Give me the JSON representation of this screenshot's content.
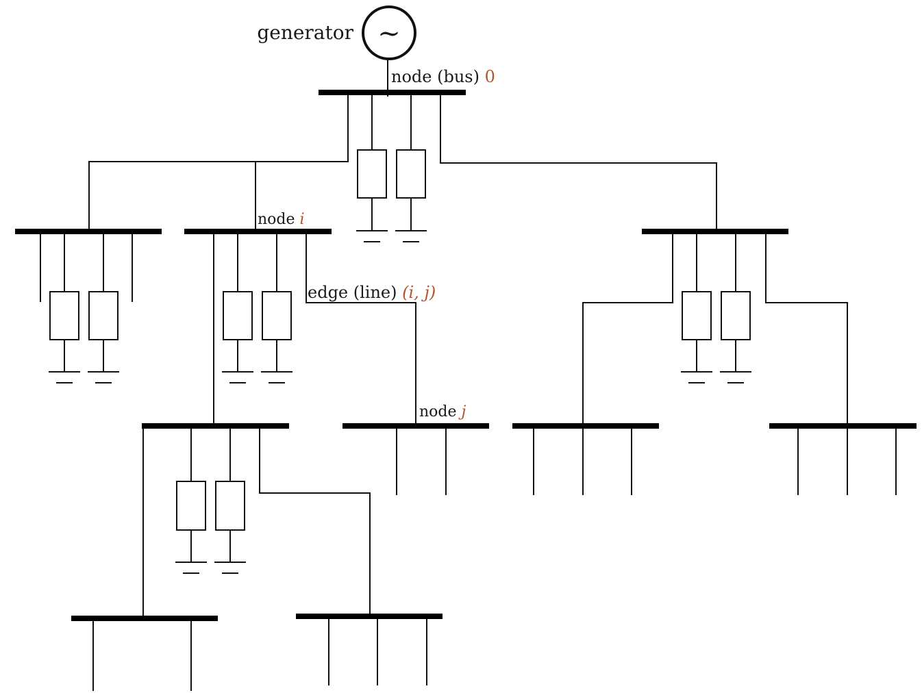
{
  "labels": {
    "generator": "generator",
    "generator_symbol": "~",
    "root_node_prefix": "node (bus) ",
    "root_node_index": "0",
    "node_i_prefix": "node ",
    "node_i_index": "i",
    "node_j_prefix": "node ",
    "node_j_index": "j",
    "edge_prefix": "edge (line) ",
    "edge_index": "(i, j)"
  },
  "colors": {
    "accent": "#b5532a",
    "ink": "#111111",
    "background": "#ffffff"
  }
}
